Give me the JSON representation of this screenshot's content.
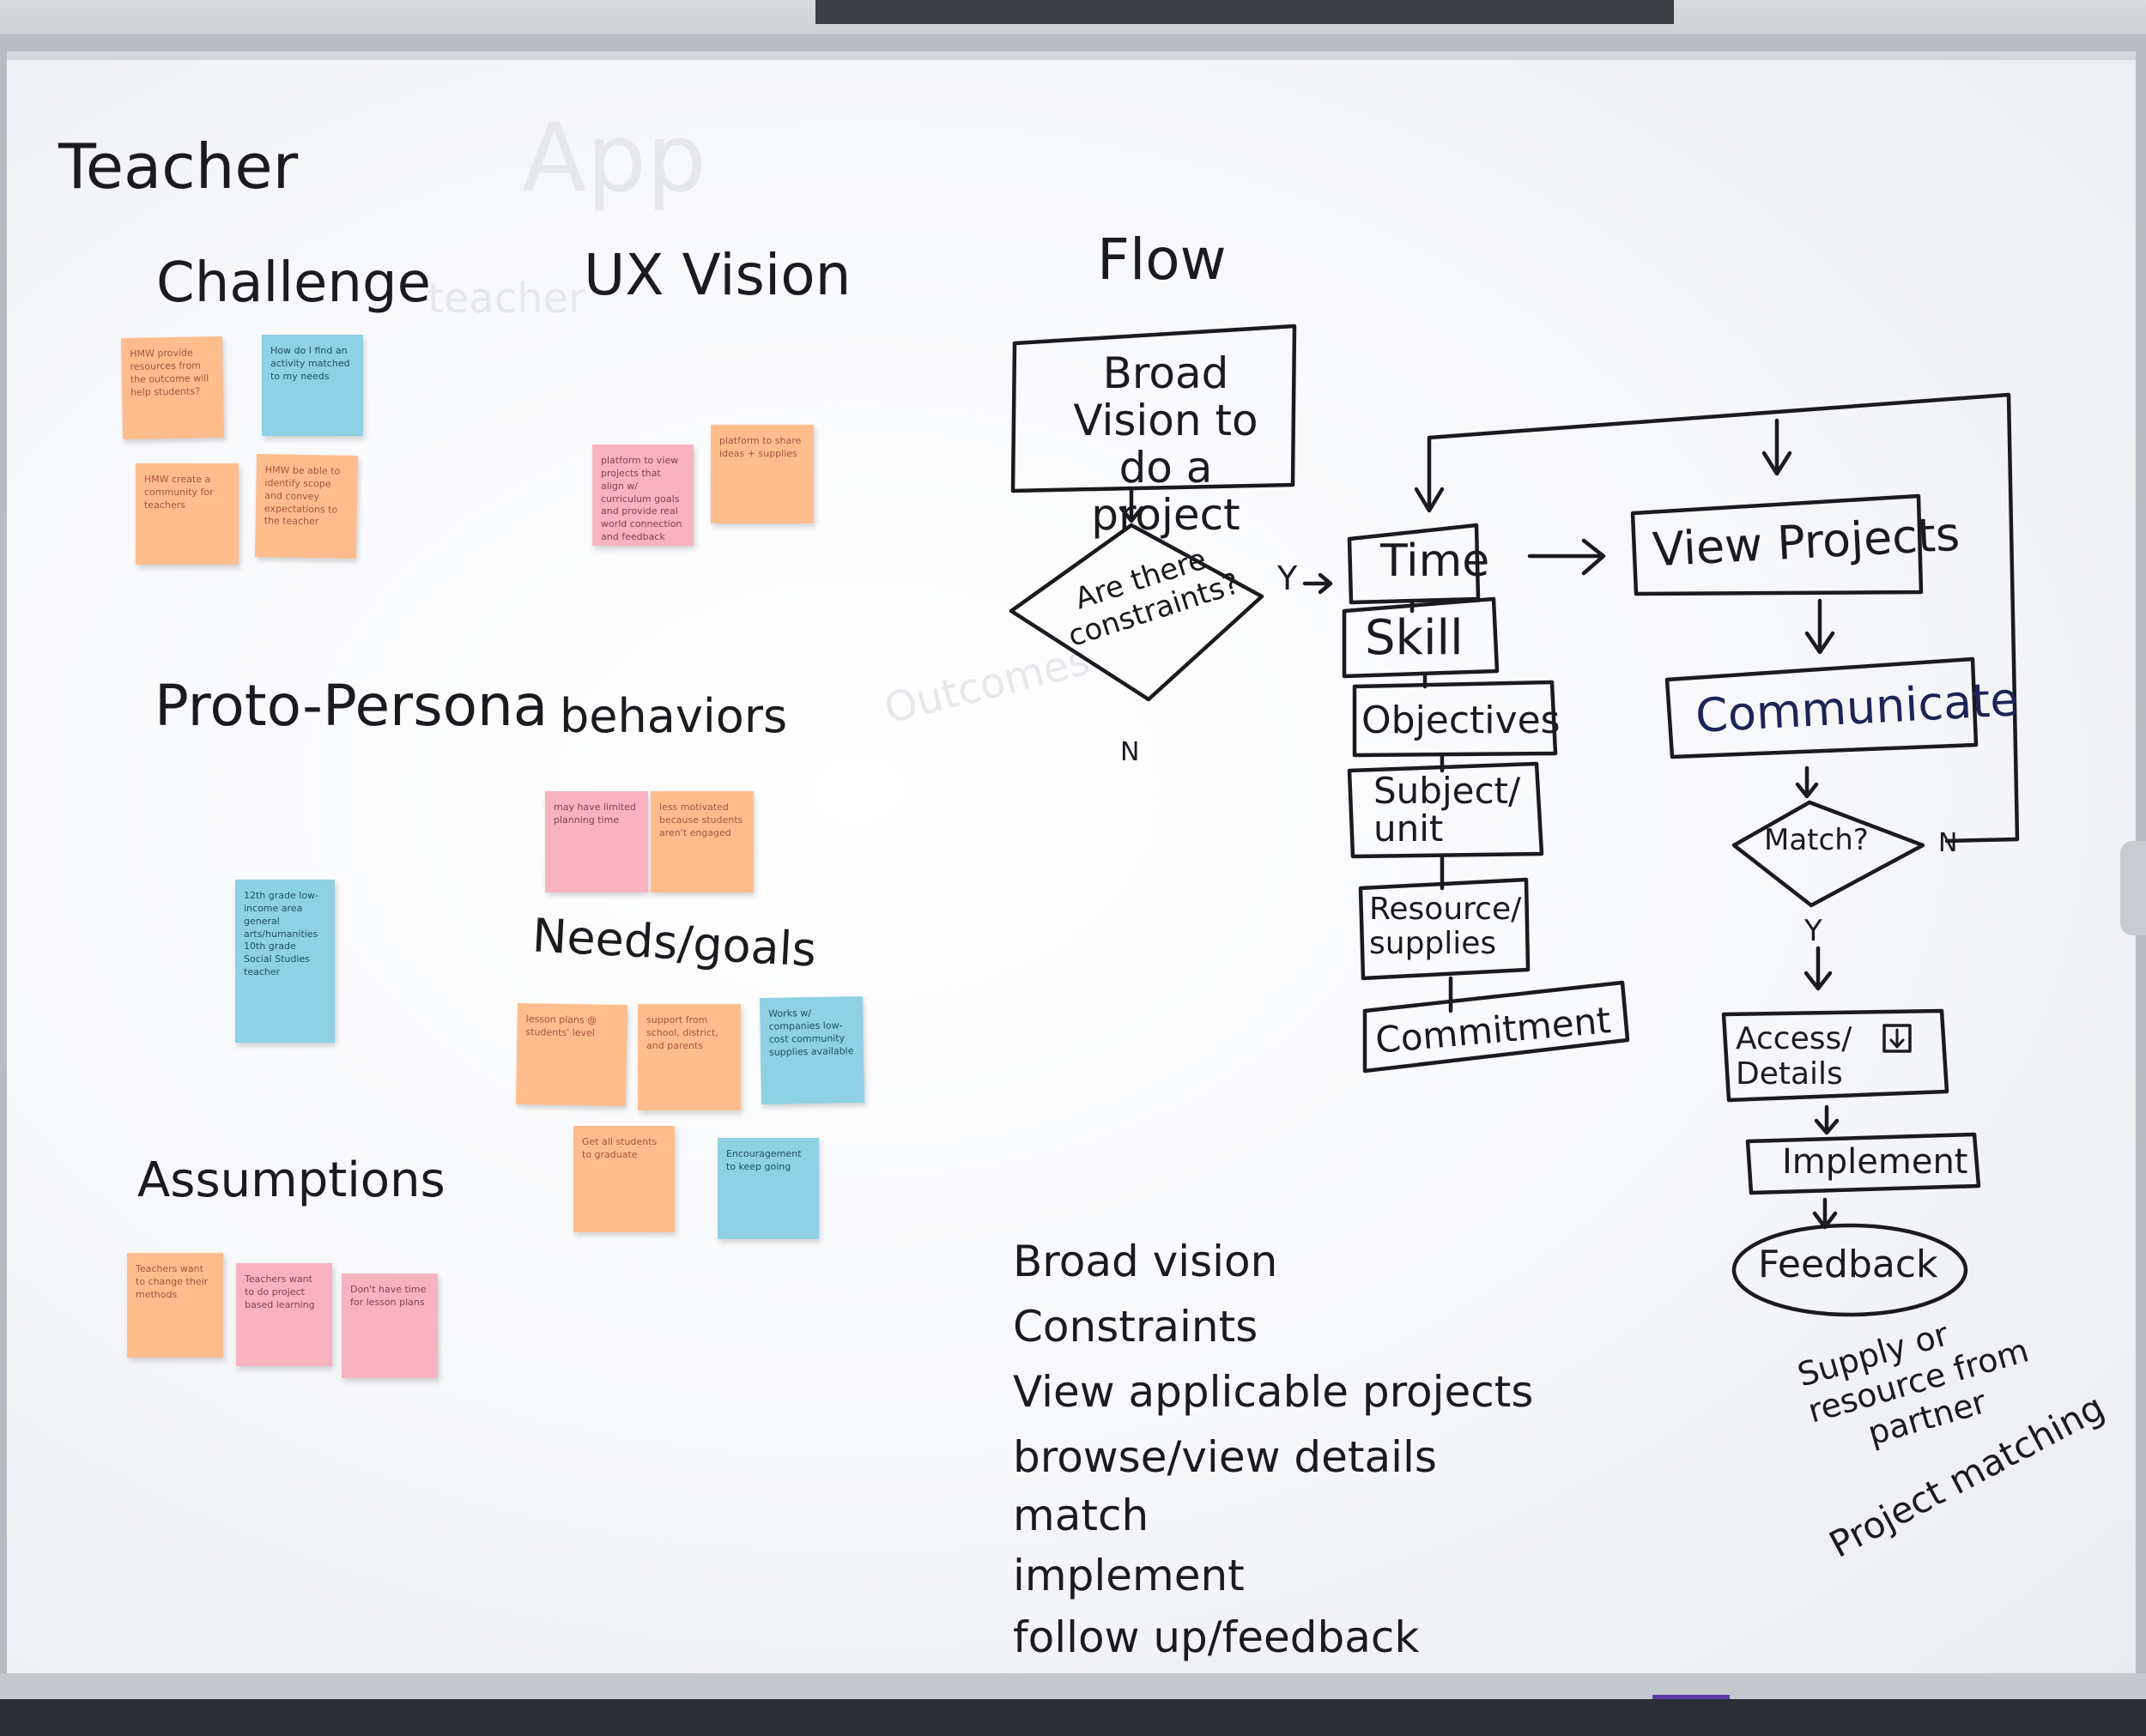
{
  "board": {
    "title": "Teacher",
    "sections": {
      "challenge": "Challenge",
      "ux_vision": "UX Vision",
      "proto_persona": "Proto-Persona",
      "behaviors": "behaviors",
      "needs_goals": "Needs/goals",
      "assumptions": "Assumptions",
      "flow": "Flow"
    },
    "notes": {
      "challenge_1": "HMW provide resources from the outcome will help students?",
      "challenge_2": "How do I find an activity matched to my needs",
      "challenge_3": "HMW create a community for teachers",
      "challenge_4": "HMW be able to identify scope and convey expectations to the teacher",
      "vision_1": "platform to view projects that align w/ curriculum goals and provide real world connection and feedback",
      "vision_2": "platform to share ideas + supplies",
      "persona": "12th grade low-income area general arts/humanities 10th grade Social Studies teacher",
      "behavior_1": "may have limited planning time",
      "behavior_2": "less motivated because students aren't engaged",
      "need_1": "lesson plans @ students' level",
      "need_2": "support from school, district, and parents",
      "need_3": "Works w/ companies low-cost community supplies available",
      "need_4": "Get all students to graduate",
      "need_5": "Encouragement to keep going",
      "assumption_1": "Teachers want to change their methods",
      "assumption_2": "Teachers want to do project based learning",
      "assumption_3": "Don't have time for lesson plans"
    },
    "flow": {
      "start": "Broad Vision to do a project",
      "decision": "Are there constraints?",
      "yes": "Y",
      "no": "N",
      "yes_arrow": "Y ->",
      "constraints": [
        "Time",
        "Skill",
        "Objectives",
        "Subject/ unit",
        "Resource/ supplies",
        "Commitment"
      ],
      "view_projects": "View Projects",
      "communicate": "Communicate",
      "match": "Match?",
      "match_no": "N",
      "match_yes": "Y",
      "access": "Access/ Details",
      "implement": "Implement",
      "feedback": "Feedback"
    },
    "steps": [
      "Broad vision",
      "Constraints",
      "View applicable projects",
      "browse/view details",
      "match",
      "implement",
      "follow up/feedback"
    ],
    "side_note": [
      "Supply or",
      "resource from",
      "partner"
    ],
    "side_note_2": "Project matching"
  }
}
